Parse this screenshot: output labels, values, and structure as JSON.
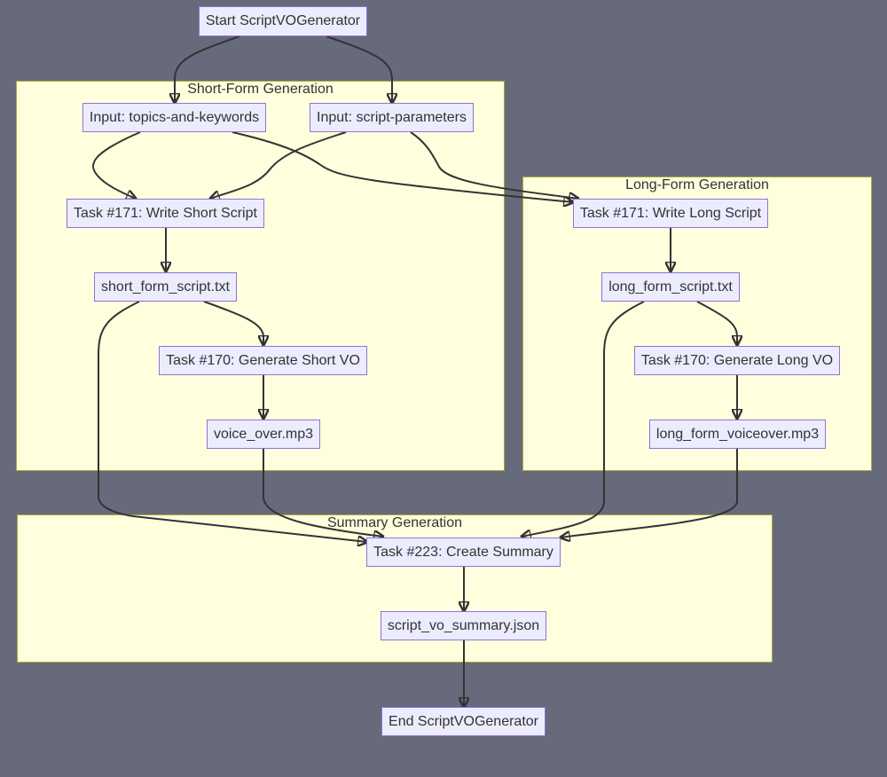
{
  "clusters": {
    "short": "Short-Form Generation",
    "long": "Long-Form Generation",
    "summary": "Summary Generation"
  },
  "nodes": {
    "start": "Start ScriptVOGenerator",
    "topics": "Input: topics-and-keywords",
    "params": "Input: script-parameters",
    "write_short": "Task #171: Write Short Script",
    "short_txt": "short_form_script.txt",
    "gen_short_vo": "Task #170: Generate Short VO",
    "voice_over": "voice_over.mp3",
    "write_long": "Task #171: Write Long Script",
    "long_txt": "long_form_script.txt",
    "gen_long_vo": "Task #170: Generate Long VO",
    "long_vo": "long_form_voiceover.mp3",
    "summary_task": "Task #223: Create Summary",
    "summary_json": "script_vo_summary.json",
    "end": "End ScriptVOGenerator"
  },
  "edges": [
    {
      "from": "start",
      "to": "topics"
    },
    {
      "from": "start",
      "to": "params"
    },
    {
      "from": "topics",
      "to": "write_short"
    },
    {
      "from": "topics",
      "to": "write_long"
    },
    {
      "from": "params",
      "to": "write_short"
    },
    {
      "from": "params",
      "to": "write_long"
    },
    {
      "from": "write_short",
      "to": "short_txt"
    },
    {
      "from": "short_txt",
      "to": "gen_short_vo"
    },
    {
      "from": "short_txt",
      "to": "summary_task"
    },
    {
      "from": "gen_short_vo",
      "to": "voice_over"
    },
    {
      "from": "voice_over",
      "to": "summary_task"
    },
    {
      "from": "write_long",
      "to": "long_txt"
    },
    {
      "from": "long_txt",
      "to": "gen_long_vo"
    },
    {
      "from": "long_txt",
      "to": "summary_task"
    },
    {
      "from": "gen_long_vo",
      "to": "long_vo"
    },
    {
      "from": "long_vo",
      "to": "summary_task"
    },
    {
      "from": "summary_task",
      "to": "summary_json"
    },
    {
      "from": "summary_json",
      "to": "end"
    }
  ],
  "colors": {
    "background": "#676a7a",
    "cluster_fill": "#ffffde",
    "cluster_border": "#aaaa33",
    "node_fill": "#ececff",
    "node_border": "#9370db",
    "edge": "#333333"
  }
}
